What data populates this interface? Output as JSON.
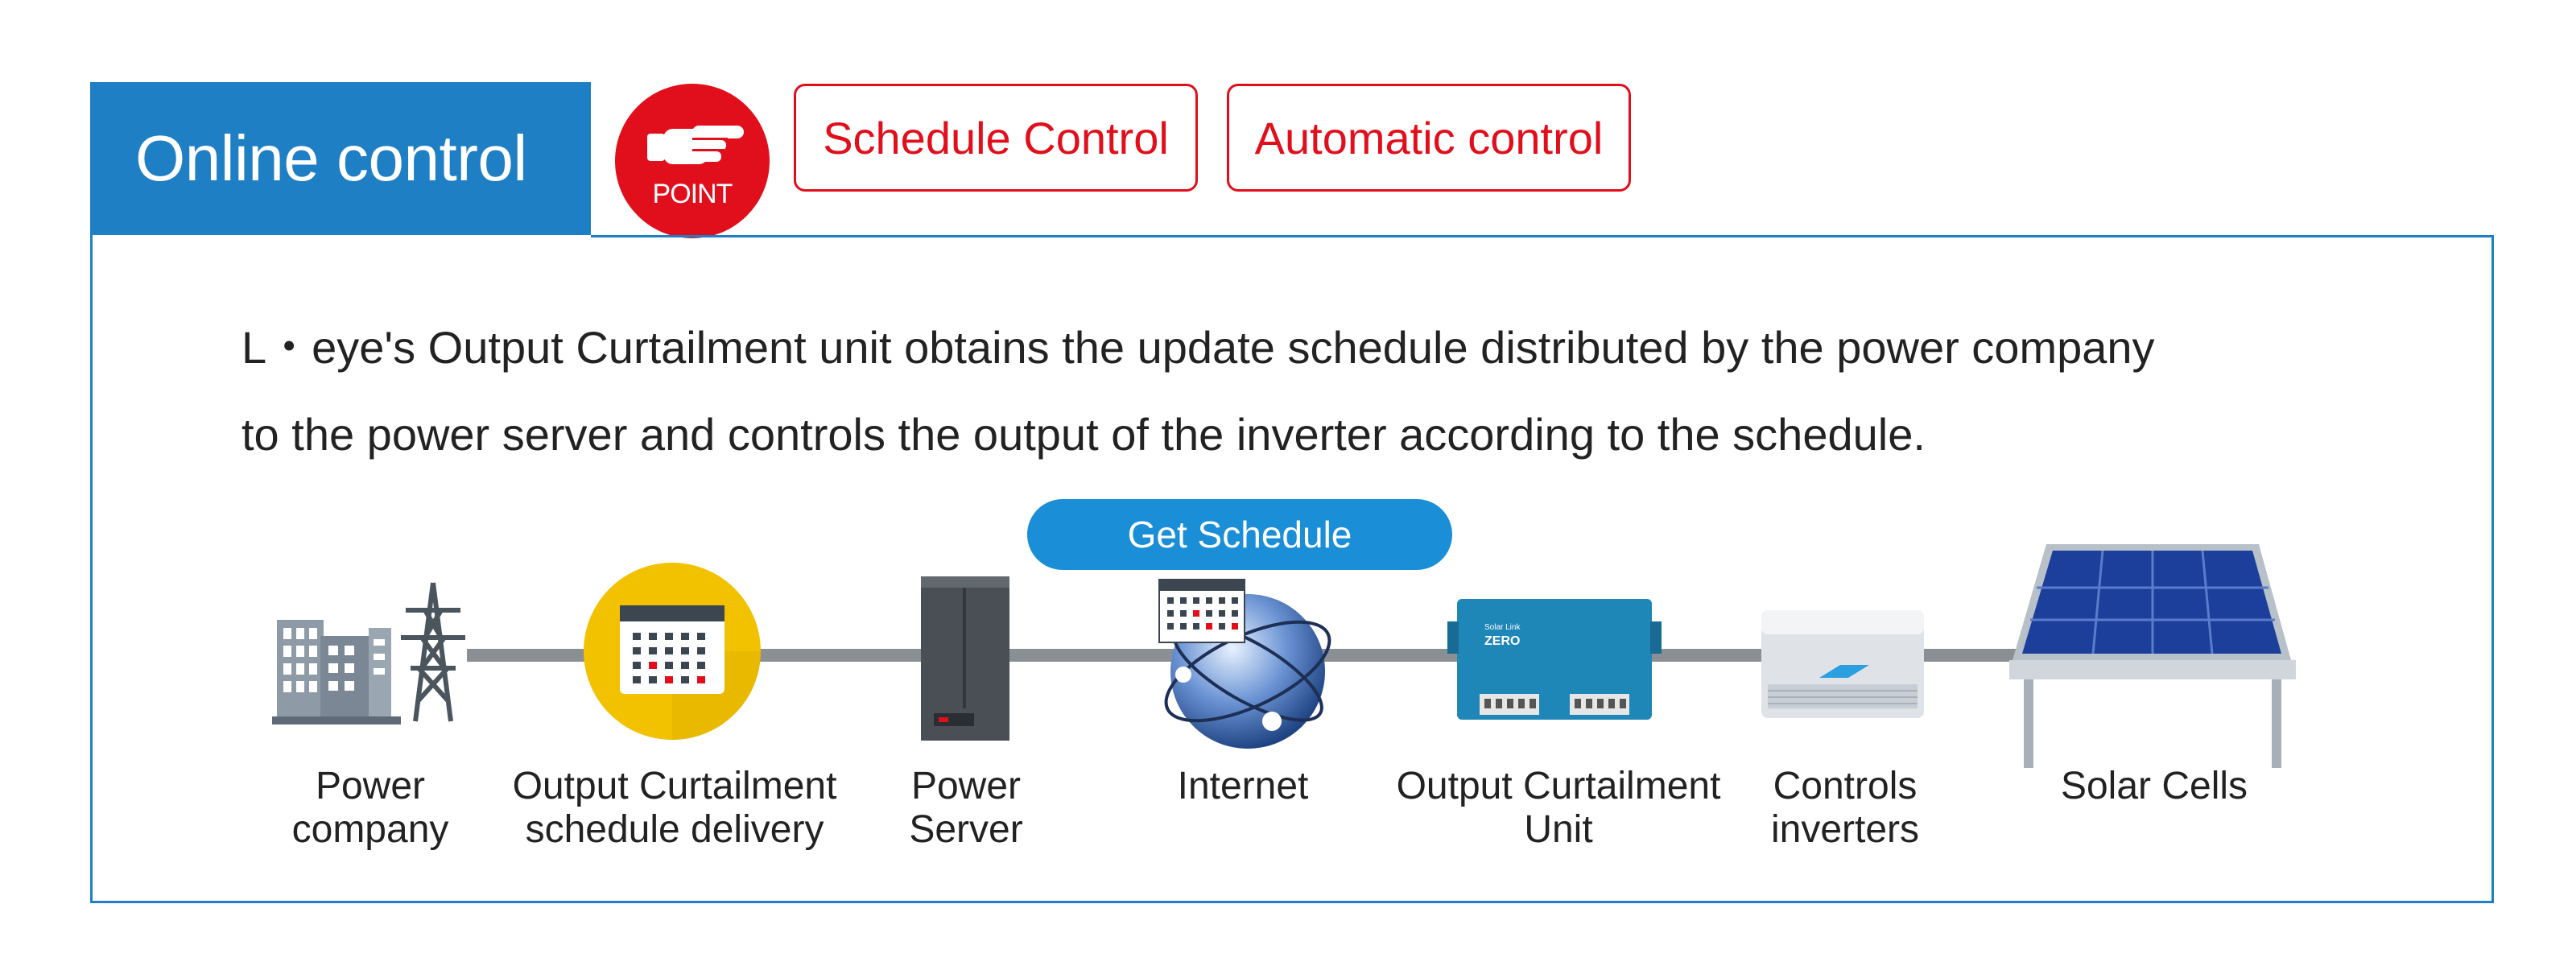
{
  "header": {
    "title": "Online control",
    "point_label": "POINT",
    "keywords": [
      "Schedule Control",
      "Automatic control"
    ]
  },
  "description": {
    "line1": "L・eye's Output Curtailment unit obtains the update schedule distributed by the power company",
    "line2": "to the power server and controls the output of the inverter according to the schedule."
  },
  "diagram": {
    "pill_label": "Get Schedule",
    "nodes": [
      {
        "name": "Power company",
        "lines": [
          "Power",
          "company"
        ],
        "icon": "power-company-icon"
      },
      {
        "name": "Output Curtailment schedule delivery",
        "lines": [
          "Output Curtailment",
          "schedule delivery"
        ],
        "icon": "calendar-icon"
      },
      {
        "name": "Power Server",
        "lines": [
          "Power",
          "Server"
        ],
        "icon": "server-icon"
      },
      {
        "name": "Internet",
        "lines": [
          "Internet"
        ],
        "icon": "globe-icon"
      },
      {
        "name": "Output Curtailment Unit",
        "lines": [
          "Output Curtailment",
          "Unit"
        ],
        "icon": "curtailment-unit-icon"
      },
      {
        "name": "Controls inverters",
        "lines": [
          "Controls",
          "inverters"
        ],
        "icon": "inverter-icon"
      },
      {
        "name": "Solar Cells",
        "lines": [
          "Solar Cells"
        ],
        "icon": "solar-panel-icon"
      }
    ],
    "device_text": {
      "brand": "Solar Link",
      "model": "ZERO"
    }
  },
  "colors": {
    "primary_blue": "#1f7fc4",
    "accent_red": "#e10e1b",
    "pill_blue": "#1a8ed6",
    "calendar_yellow": "#f2c200",
    "wire_gray": "#8a8f94"
  }
}
